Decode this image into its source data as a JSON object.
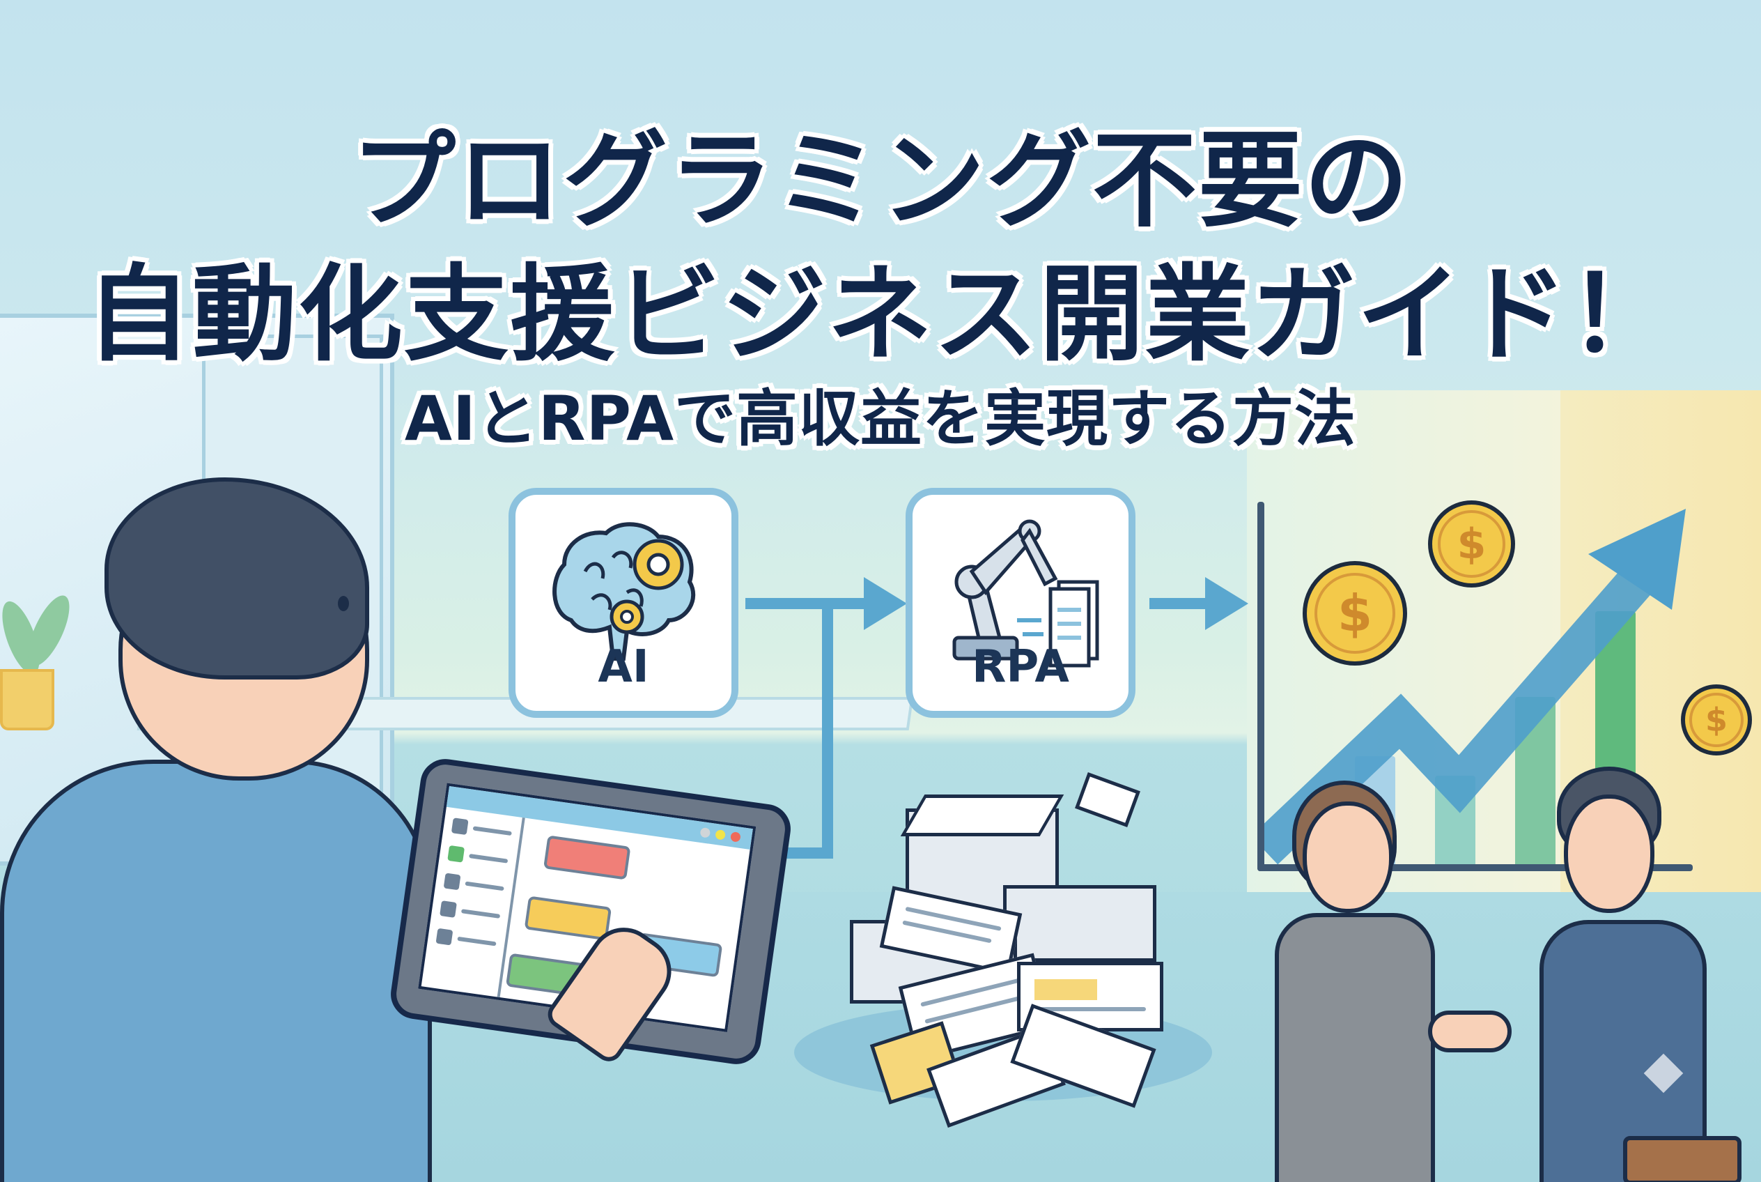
{
  "title": {
    "line1": "プログラミング不要の",
    "line2": "自動化支援ビジネス開業ガイド！",
    "subtitle": "AIとRPAで高収益を実現する方法"
  },
  "flow": {
    "boxes": [
      {
        "label": "AI",
        "icon": "brain-gears-icon"
      },
      {
        "label": "RPA",
        "icon": "robot-arm-document-icon"
      }
    ],
    "connector_color": "#5aa7cf",
    "box_border_color": "#8cc2de"
  },
  "growth_chart": {
    "arrow_color": "#4f9fcb",
    "bars": [
      {
        "height_pct": 0.24,
        "color": "#a8d2e8"
      },
      {
        "height_pct": 0.18,
        "color": "#93d1c4"
      },
      {
        "height_pct": 0.4,
        "color": "#7fc6a1"
      },
      {
        "height_pct": 0.61,
        "color": "#5fba7d"
      }
    ],
    "coin_symbol": "$",
    "coin_color": "#f3c94a"
  },
  "tablet_app": {
    "window_dots": [
      "#d0d5d8",
      "#f2e44a",
      "#f06a5a"
    ],
    "sidebar_item_colors": [
      "#6d8197",
      "#5fba6e",
      "#6d8197",
      "#6d8197",
      "#6d8197"
    ],
    "flow_nodes": [
      {
        "color": "#f07f78"
      },
      {
        "color": "#f6cc5a"
      },
      {
        "color": "#8dcbe8"
      },
      {
        "color": "#7cc47e"
      }
    ]
  },
  "scene": {
    "colors": {
      "title_text": "#10264a",
      "suit_blue": "#6fa8cf",
      "suit_gray": "#8a9096",
      "suit_navy": "#4d6f96",
      "chair": "#f2c766"
    }
  }
}
